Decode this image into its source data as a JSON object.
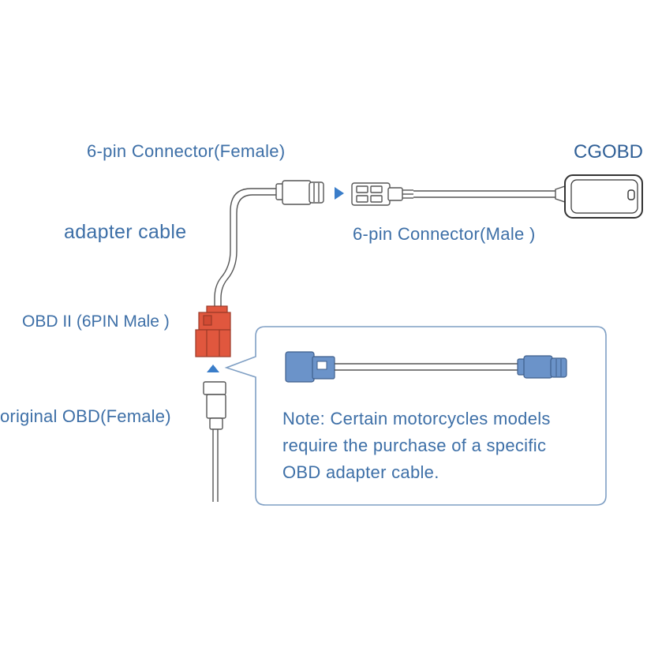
{
  "labels": {
    "female_connector": "6-pin Connector(Female)",
    "device": "CGOBD",
    "adapter_cable": "adapter cable",
    "male_connector": "6-pin Connector(Male )",
    "obd_male": "OBD II (6PIN Male )",
    "original_obd": "original OBD(Female)"
  },
  "note": {
    "lines": [
      "Note: Certain motorcycles models",
      "require the purchase of a specific",
      "OBD adapter cable."
    ]
  },
  "colors": {
    "text_blue": "#3d6fa7",
    "arrow_blue": "#3a7dc9",
    "obd_red": "#e0573e",
    "connector_blue": "#6b93c9",
    "line_gray": "#555555",
    "callout_border": "#7f9fc4"
  }
}
